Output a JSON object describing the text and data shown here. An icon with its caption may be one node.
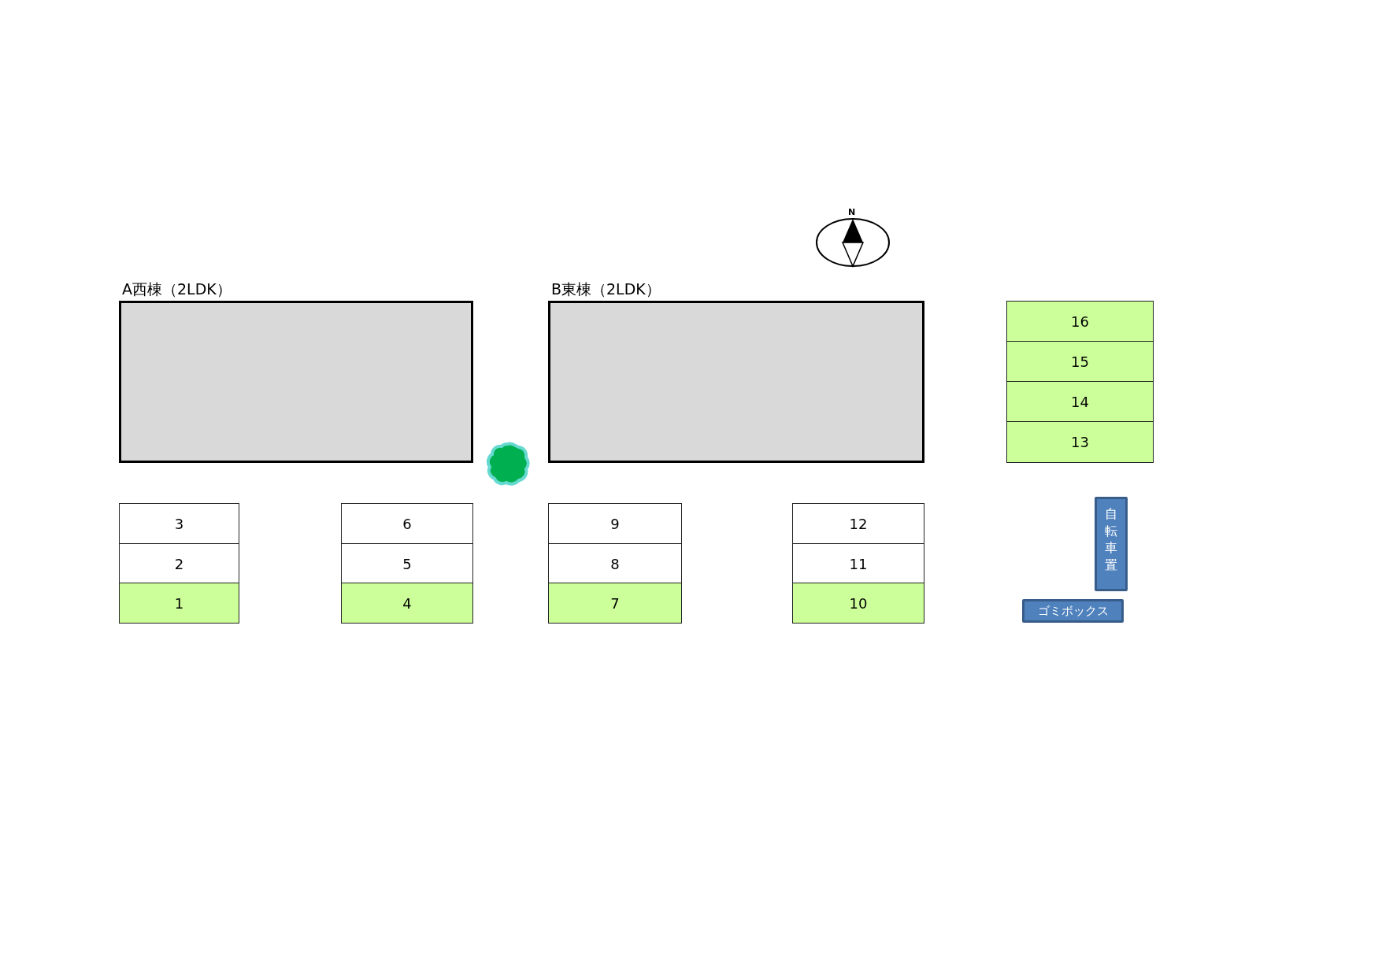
{
  "diagram": {
    "nodes": [
      {
        "text": [
          "A西棟（2LDK）"
        ]
      },
      {
        "text": [
          "B東棟（2LDK）"
        ]
      },
      {
        "text": [
          "16"
        ]
      },
      {
        "text": [
          "15"
        ]
      },
      {
        "text": [
          "14"
        ]
      },
      {
        "text": [
          "13"
        ]
      },
      {
        "text": [
          "3"
        ]
      },
      {
        "text": [
          "6"
        ]
      },
      {
        "text": [
          "9"
        ]
      },
      {
        "text": [
          "12"
        ]
      },
      {
        "text": [
          "自転車置"
        ]
      },
      {
        "text": [
          "2"
        ]
      },
      {
        "text": [
          "5"
        ]
      },
      {
        "text": [
          "8"
        ]
      },
      {
        "text": [
          "11"
        ]
      },
      {
        "text": [
          "1"
        ]
      },
      {
        "text": [
          "4"
        ]
      },
      {
        "text": [
          "7"
        ]
      },
      {
        "text": [
          "10"
        ]
      },
      {
        "text": [
          "ゴミボックス"
        ]
      }
    ],
    "labels": [
      "N"
    ]
  }
}
